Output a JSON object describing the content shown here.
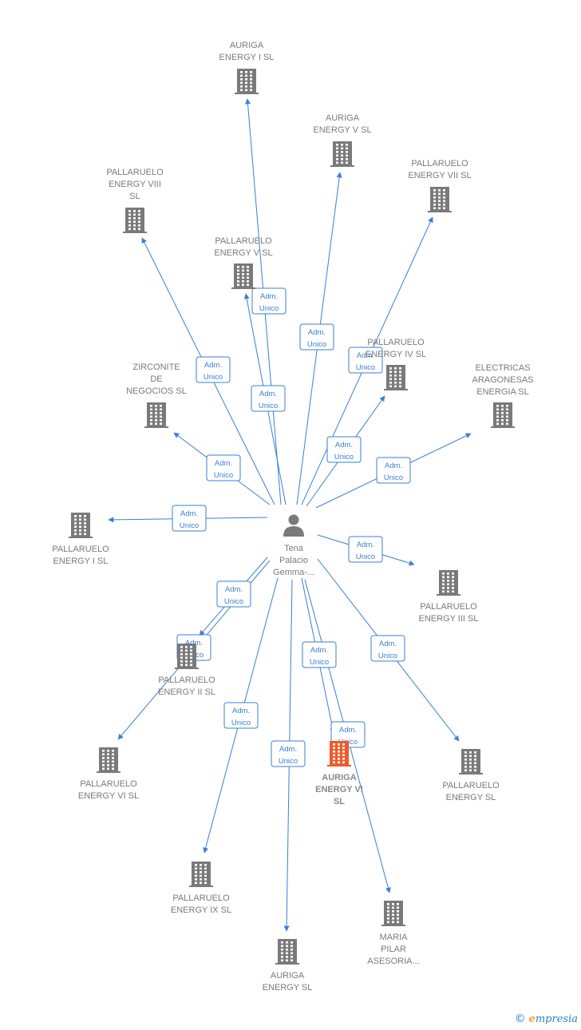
{
  "colors": {
    "edge": "#3a7fd5",
    "building": "#7a7a7a",
    "focus": "#f05a28",
    "person": "#7a7a7a"
  },
  "center": {
    "lines": [
      "Tena",
      "Palacio",
      "Gemma-..."
    ],
    "icon": "person-icon"
  },
  "nodes": [
    {
      "id": "auriga-i",
      "lines": [
        "AURIGA",
        "ENERGY I  SL"
      ]
    },
    {
      "id": "auriga-v",
      "lines": [
        "AURIGA",
        "ENERGY V  SL"
      ]
    },
    {
      "id": "pallaruelo-vii",
      "lines": [
        "PALLARUELO",
        "ENERGY VII  SL"
      ]
    },
    {
      "id": "pallaruelo-viii",
      "lines": [
        "PALLARUELO",
        "ENERGY VIII",
        "SL"
      ]
    },
    {
      "id": "pallaruelo-v",
      "lines": [
        "PALLARUELO",
        "ENERGY V  SL"
      ]
    },
    {
      "id": "pallaruelo-iv",
      "lines": [
        "PALLARUELO",
        "ENERGY IV  SL"
      ]
    },
    {
      "id": "zirconite",
      "lines": [
        "ZIRCONITE",
        "DE",
        "NEGOCIOS  SL"
      ]
    },
    {
      "id": "electricas",
      "lines": [
        "ELECTRICAS",
        "ARAGONESAS",
        "ENERGIA  SL"
      ]
    },
    {
      "id": "pallaruelo-i",
      "lines": [
        "PALLARUELO",
        "ENERGY I  SL"
      ]
    },
    {
      "id": "pallaruelo-iii",
      "lines": [
        "PALLARUELO",
        "ENERGY III  SL"
      ]
    },
    {
      "id": "pallaruelo-ii",
      "lines": [
        "PALLARUELO",
        "ENERGY II  SL"
      ]
    },
    {
      "id": "pallaruelo-vi",
      "lines": [
        "PALLARUELO",
        "ENERGY VI  SL"
      ]
    },
    {
      "id": "auriga-vi",
      "lines": [
        "AURIGA",
        "ENERGY VI",
        "SL"
      ],
      "focus": true
    },
    {
      "id": "pallaruelo-energy",
      "lines": [
        "PALLARUELO",
        "ENERGY  SL"
      ]
    },
    {
      "id": "pallaruelo-ix",
      "lines": [
        "PALLARUELO",
        "ENERGY IX  SL"
      ]
    },
    {
      "id": "maria-pilar",
      "lines": [
        "MARIA",
        "PILAR",
        "ASESORIA..."
      ]
    },
    {
      "id": "auriga-energy",
      "lines": [
        "AURIGA",
        "ENERGY  SL"
      ]
    }
  ],
  "edges": [
    {
      "to": "auriga-i",
      "label": [
        "Adm.",
        "Unico"
      ]
    },
    {
      "to": "auriga-v",
      "label": [
        "Adm.",
        "Unico"
      ]
    },
    {
      "to": "pallaruelo-vii",
      "label": [
        "Adm.",
        "Unico"
      ]
    },
    {
      "to": "pallaruelo-viii",
      "label": [
        "Adm.",
        "Unico"
      ]
    },
    {
      "to": "pallaruelo-v",
      "label": [
        "Adm.",
        "Unico"
      ]
    },
    {
      "to": "pallaruelo-iv",
      "label": [
        "Adm.",
        "Unico"
      ]
    },
    {
      "to": "zirconite",
      "label": [
        "Adm.",
        "Unico"
      ]
    },
    {
      "to": "electricas",
      "label": [
        "Adm.",
        "Unico"
      ]
    },
    {
      "to": "pallaruelo-i",
      "label": [
        "Adm.",
        "Unico"
      ]
    },
    {
      "to": "pallaruelo-iii",
      "label": [
        "Adm.",
        "Unico"
      ]
    },
    {
      "to": "pallaruelo-ii",
      "label": [
        "Adm.",
        "Unico"
      ]
    },
    {
      "to": "pallaruelo-vi",
      "label": [
        "Adm.",
        "Unico"
      ]
    },
    {
      "to": "auriga-vi",
      "label": [
        "Adm.",
        "Unico"
      ]
    },
    {
      "to": "pallaruelo-energy",
      "label": [
        "Adm.",
        "Unico"
      ]
    },
    {
      "to": "pallaruelo-ix",
      "label": [
        "Adm.",
        "Unico"
      ]
    },
    {
      "to": "maria-pilar",
      "label": [
        "Adm.",
        "Unico"
      ]
    },
    {
      "to": "auriga-energy",
      "label": [
        "Adm.",
        "Unico"
      ]
    }
  ],
  "footer": {
    "copyright": "©",
    "brand_initial": "e",
    "brand_rest": "mpresia"
  }
}
